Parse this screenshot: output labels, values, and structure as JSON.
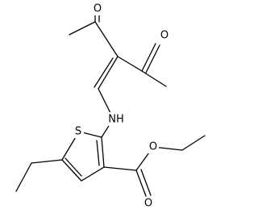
{
  "molecule": {
    "atom_labels": {
      "o_ketone_1": "O",
      "o_ketone_2": "O",
      "nh": "NH",
      "s_ring": "S",
      "o_ester_carbonyl": "O",
      "o_ester_ether": "O"
    }
  },
  "colors": {
    "bond": "#000000",
    "label": "#000000",
    "background": "#ffffff"
  }
}
